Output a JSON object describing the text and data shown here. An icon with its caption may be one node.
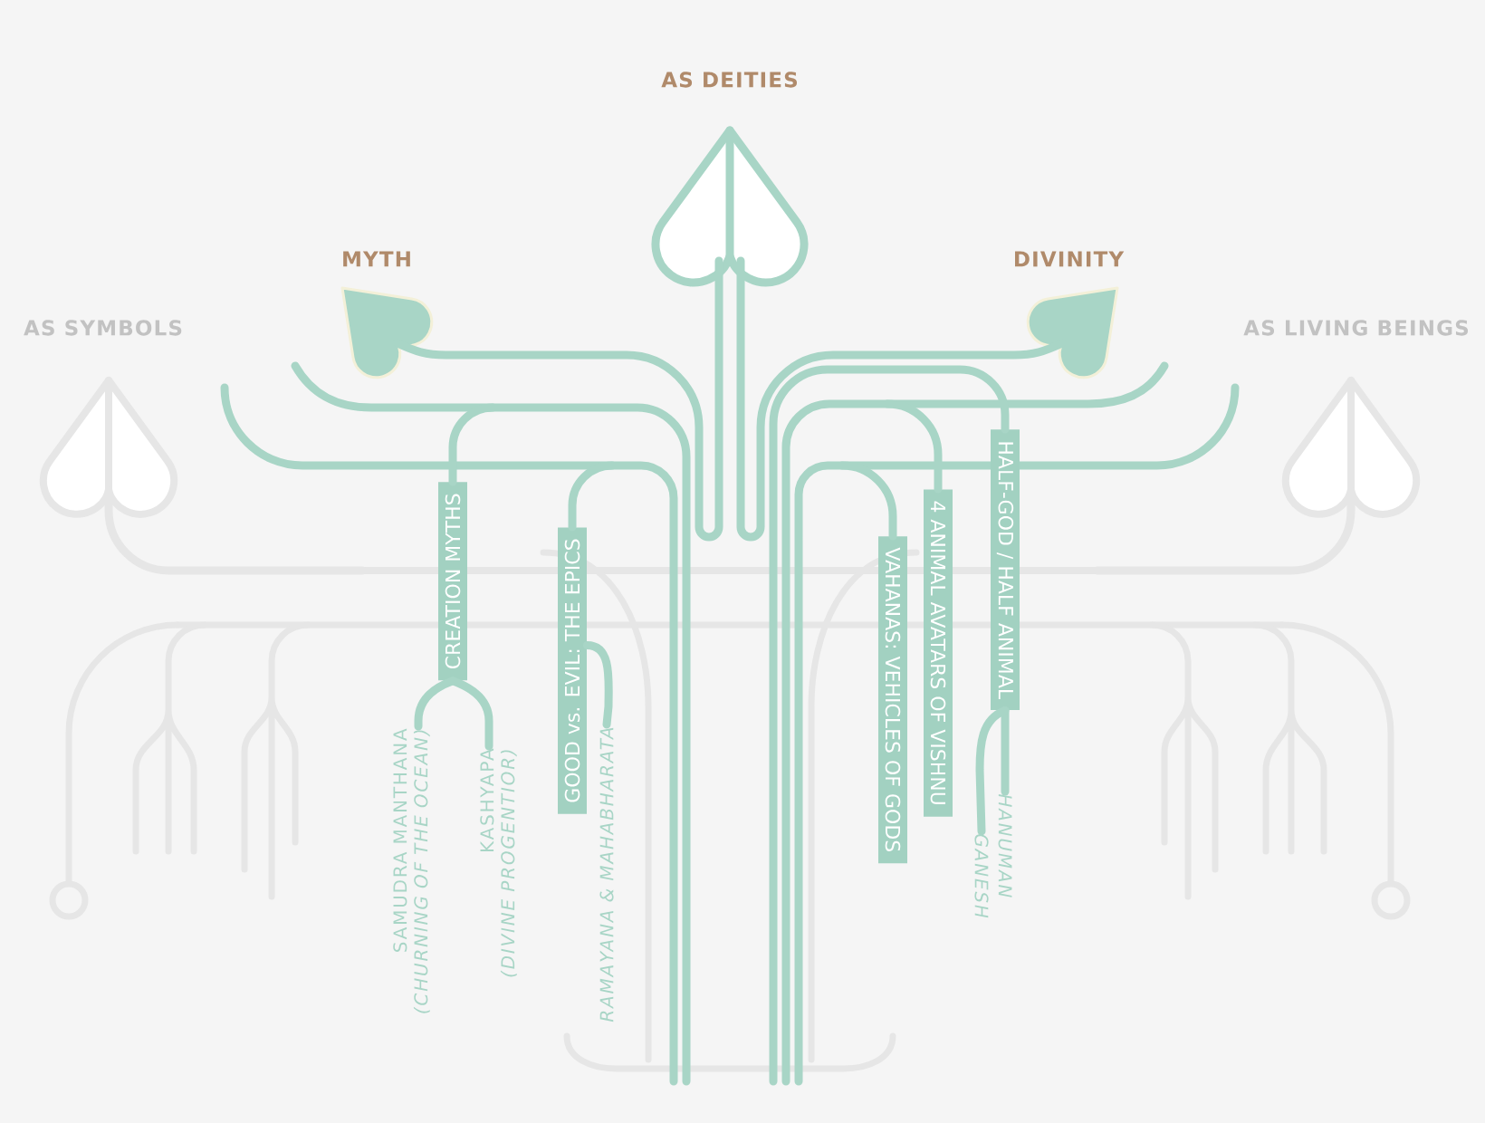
{
  "diagram": {
    "nodes": [
      {
        "text": [
          "AS DEITIES"
        ]
      },
      {
        "text": [
          "MYTH"
        ]
      },
      {
        "text": [
          "DIVINITY"
        ]
      },
      {
        "text": [
          "AS SYMBOLS"
        ]
      },
      {
        "text": [
          "AS LIVING BEINGS"
        ]
      },
      {
        "text": [
          "CREATION MYTHS"
        ]
      },
      {
        "text": [
          "SAMUDRA MANTHANA",
          "(CHURNING OF THE OCEAN)"
        ]
      },
      {
        "text": [
          "KASHYAPA",
          "(DIVINE PROGENTIOR)"
        ]
      },
      {
        "text": [
          "GOOD vs. EVIL: THE EPICS"
        ]
      },
      {
        "text": [
          "RAMAYANA & MAHABHARATA"
        ]
      },
      {
        "text": [
          "VAHANAS: VEHICLES OF GODS"
        ]
      },
      {
        "text": [
          "4 ANIMAL AVATARS OF VISHNU"
        ]
      },
      {
        "text": [
          "HALF-GOD / HALF ANIMAL"
        ]
      },
      {
        "text": [
          "HANUMAN"
        ]
      },
      {
        "text": [
          "GANESH"
        ]
      }
    ],
    "edges": [
      {
        "from": 1,
        "to": 0,
        "arrow": "none"
      },
      {
        "from": 2,
        "to": 0,
        "arrow": "none"
      },
      {
        "from": 3,
        "to": null,
        "arrow": "none",
        "color": "#e6e6e6"
      },
      {
        "from": 4,
        "to": null,
        "arrow": "none",
        "color": "#e6e6e6"
      },
      {
        "from": null,
        "to": 5,
        "arrow": "none"
      },
      {
        "from": 5,
        "to": 6,
        "arrow": "none"
      },
      {
        "from": 5,
        "to": 7,
        "arrow": "none"
      },
      {
        "from": null,
        "to": 8,
        "arrow": "none"
      },
      {
        "from": 8,
        "to": 9,
        "arrow": "none"
      },
      {
        "from": null,
        "to": 10,
        "arrow": "none"
      },
      {
        "from": null,
        "to": 11,
        "arrow": "none"
      },
      {
        "from": null,
        "to": 12,
        "arrow": "none"
      },
      {
        "from": 12,
        "to": 13,
        "arrow": "none"
      },
      {
        "from": 12,
        "to": 14,
        "arrow": "none"
      }
    ]
  }
}
